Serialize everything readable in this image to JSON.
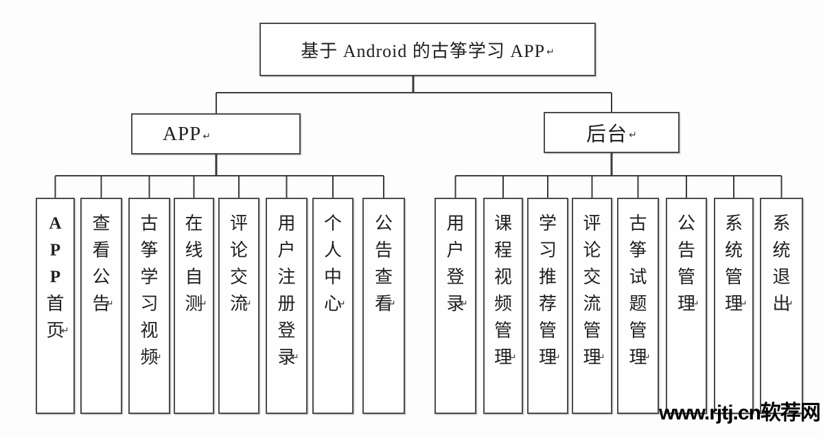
{
  "diagram": {
    "root": {
      "label": "基于 Android 的古筝学习 APP"
    },
    "return_mark": "↵",
    "branches": [
      {
        "label": "APP",
        "children": [
          "APP首页",
          "查看公告",
          "古筝学习视频",
          "在线自测",
          "评论交流",
          "用户注册登录",
          "个人中心",
          "公告查看"
        ]
      },
      {
        "label": "后台",
        "children": [
          "用户登录",
          "课程视频管理",
          "学习推荐管理",
          "评论交流管理",
          "古筝试题管理",
          "公告管理",
          "系统管理",
          "系统退出"
        ]
      }
    ]
  },
  "watermark": {
    "text": "www.rjtj.cn软荐网"
  },
  "colors": {
    "background": "#fdfdfd",
    "box_fill": "#fefefe",
    "box_border": "#4a4a4a",
    "line": "#3a3a3a",
    "text": "#1f1f1f",
    "watermark": "#000000"
  }
}
